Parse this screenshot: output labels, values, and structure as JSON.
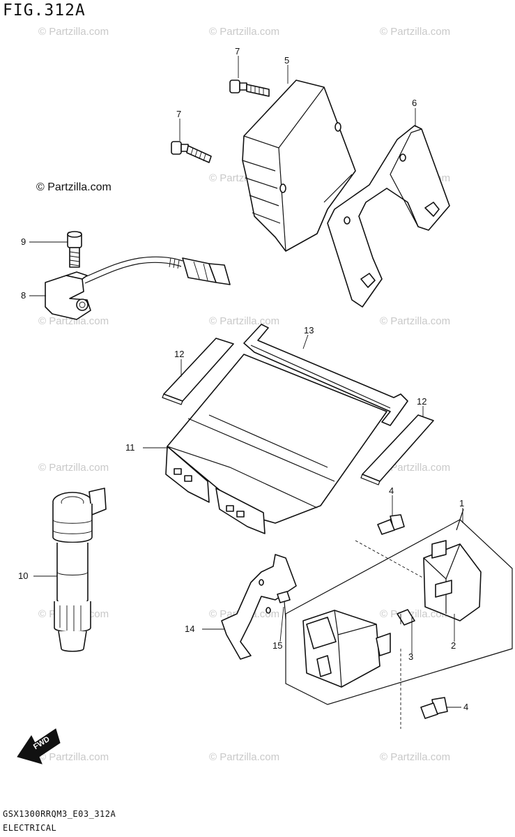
{
  "figure": {
    "title": "FIG.312A",
    "code": "GSX1300RRQM3_E03_312A",
    "caption": "ELECTRICAL"
  },
  "watermark": {
    "text": "© Partzilla.com",
    "color": "#c9c9c9"
  },
  "callouts": {
    "c1": "1",
    "c2": "2",
    "c3": "3",
    "c4a": "4",
    "c4b": "4",
    "c5": "5",
    "c6": "6",
    "c7a": "7",
    "c7b": "7",
    "c8": "8",
    "c9": "9",
    "c10": "10",
    "c11": "11",
    "c12a": "12",
    "c12b": "12",
    "c13": "13",
    "c14": "14",
    "c15": "15"
  },
  "fwd_label": "FWD"
}
